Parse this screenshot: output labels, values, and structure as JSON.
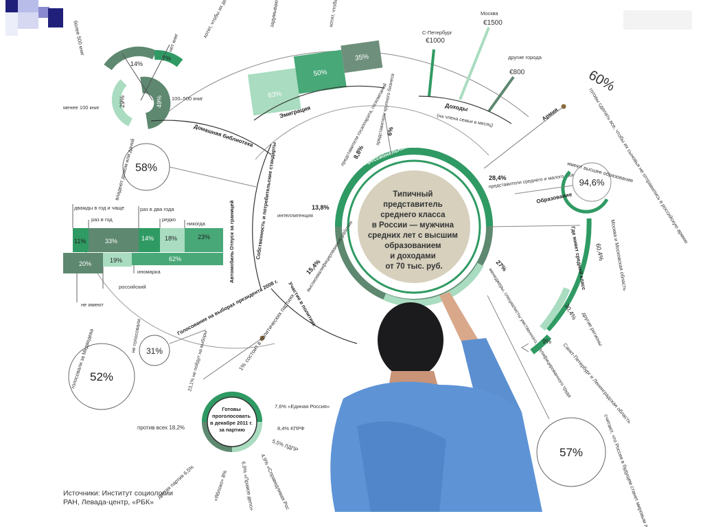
{
  "center": {
    "lines": [
      "Типичный",
      "представитель",
      "среднего класса",
      "в России — мужчина",
      "средних лет с высшим",
      "образованием",
      "и доходами",
      "от 70 тыс. руб."
    ],
    "ring_label": "Профессиональные характеристики"
  },
  "professional": [
    {
      "value": "6%",
      "label": "представители крупного бизнеса"
    },
    {
      "value": "8,8%",
      "label": "представители госаппарата, госкомпаний"
    },
    {
      "value": "13,8%",
      "label": "интеллигенция"
    },
    {
      "value": "15,4%",
      "label": "высококвалифицированные рабочие"
    },
    {
      "value": "27%",
      "label": "менеджеры, специалисты умственного, квалифицированного труда"
    },
    {
      "value": "28,4%",
      "label": "представители среднего и малого бизнеса"
    }
  ],
  "emigration": {
    "title": "Эмиграция",
    "bars": [
      {
        "value": "63%",
        "label": "хотят, чтобы их дети учились за границей",
        "color": "#a9dcc0"
      },
      {
        "value": "50%",
        "label": "задумываются о том, чтобы покинуть Россию",
        "color": "#48a878"
      },
      {
        "value": "35%",
        "label": "хотят, чтобы их дети постоянно жили за границей",
        "color": "#6e8f7c"
      }
    ]
  },
  "income": {
    "title": "Доходы",
    "subtitle": "(на члена семьи в месяц)",
    "bars": [
      {
        "city": "С-Петербург",
        "value": "€1000"
      },
      {
        "city": "Москва",
        "value": "€1500"
      },
      {
        "city": "другие города",
        "value": "€800"
      }
    ]
  },
  "army": {
    "title": "Армия",
    "value": "60%",
    "label": "готовы сделать все, чтобы их сыновья не отправились в российскую армию"
  },
  "library": {
    "title": "Домашняя библиотека",
    "items": [
      {
        "value": "14%",
        "label": "более 500 книг"
      },
      {
        "value": "7%",
        "label": "нет книг"
      },
      {
        "value": "29%",
        "label": "менее 100 книг"
      },
      {
        "value": "49%",
        "label": "100–500 книг"
      }
    ]
  },
  "house": {
    "value": "58%",
    "label": "владеют домом или дачей"
  },
  "property_title": "Собственность и потребительские стандарты",
  "vacation": {
    "title": "Отпуск за границей",
    "items": [
      {
        "value": "11%",
        "label": "дважды в год и чаще"
      },
      {
        "value": "33%",
        "label": "раз в год"
      },
      {
        "value": "14%",
        "label": "раз в два года"
      },
      {
        "value": "18%",
        "label": "редко"
      },
      {
        "value": "23%",
        "label": "никогда"
      }
    ]
  },
  "car": {
    "title": "Автомобиль",
    "items": [
      {
        "value": "20%",
        "label": "не имеют"
      },
      {
        "value": "19%",
        "label": "российский"
      },
      {
        "value": "62%",
        "label": "иномарка"
      }
    ]
  },
  "education": {
    "title": "Образование",
    "value": "94,6%",
    "label": "имеют высшее образование"
  },
  "residence": {
    "title": "Где живет средний класс",
    "items": [
      {
        "value": "60,4%",
        "label": "Москва и Московская область"
      },
      {
        "value": "30,4%",
        "label": "другие регионы"
      },
      {
        "value": "9%",
        "label": "Санкт-Петербург и Ленинградская область"
      }
    ]
  },
  "politics": {
    "title": "Участие в политике",
    "party": {
      "value": "1%",
      "label": "состоит в политических партиях"
    },
    "vote_title": "Голосование на выборах президента 2008 г.",
    "not_voted": {
      "value": "31%",
      "label": "не голосовали"
    },
    "medvedev": {
      "value": "52%",
      "label": "голосовали за Медведева"
    },
    "ready_title": [
      "Готовы",
      "проголосовать",
      "в декабре 2011 г.",
      "за партию"
    ],
    "parties": [
      {
        "label": "23,1% не пойдут на выборы"
      },
      {
        "label": "7,6% «Единая Россия»"
      },
      {
        "label": "8,4% КПРФ"
      },
      {
        "label": "5,5% ЛДПР"
      },
      {
        "label": "4,9% «Справедливая Рос"
      },
      {
        "label": "6,9% «Правое дело»"
      },
      {
        "label": "«Яблоко» 8%"
      },
      {
        "label": "другая партия 6,5%"
      },
      {
        "label": "против всех 18,2%"
      }
    ]
  },
  "leader": {
    "value": "57%",
    "label": "считают, что Россия в будущем станет мировым лидером"
  },
  "sources": "Источники: Институт социологии РАН, Левада-центр, «РБК»",
  "colors": {
    "green": "#2f9a63",
    "light": "#a9dcc0",
    "dark": "#5e8870",
    "mid": "#48a878"
  }
}
